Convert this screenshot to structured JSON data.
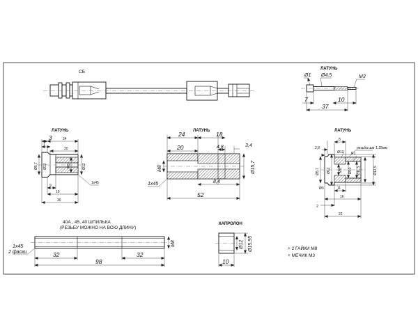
{
  "views": {
    "assembly": {
      "title": "СБ"
    },
    "brass_pin": {
      "title": "ЛАТУНЬ",
      "dims": [
        "Ø1",
        "Ø4,5",
        "M3",
        "7",
        "37",
        "10"
      ]
    },
    "left_part": {
      "title": "ЛАТУНЬ",
      "dims": [
        "3",
        "1",
        "24",
        "20",
        "Ø5,7",
        "Ø12",
        "M8",
        "Ø12",
        "9",
        "19",
        "1x45",
        "30"
      ]
    },
    "middle_part": {
      "title": "ЛАТУНЬ",
      "dims": [
        "24",
        "18",
        "20",
        "4,8",
        "3,4",
        "M8",
        "1x45",
        "8,4",
        "Ø15,7",
        "52"
      ]
    },
    "right_part": {
      "title": "ЛАТУНЬ",
      "dims": [
        "8",
        "2,8",
        "Ø12",
        "R1",
        "Ø5,7",
        "Ø12",
        "Ø3",
        "Ø8",
        "Ø10",
        "Ø11,5",
        "Ø12,5",
        "11",
        "16",
        "2",
        "22"
      ],
      "thread_note": "резьба шаг 1,25мм"
    },
    "rod": {
      "title_line1": "40А , 45, 40 ШПИЛЬКА",
      "title_line2": "(РЕЗЬБУ МОЖНО НА ВСЮ ДЛИНУ)",
      "chamfer_line1": "1x45",
      "chamfer_line2": "2 фаски",
      "thread": "M8",
      "dims": [
        "32",
        "98",
        "32"
      ]
    },
    "bushing": {
      "title": "КАПРОЛОН",
      "dims": [
        "Ø12",
        "Ø15,95",
        "10"
      ]
    }
  },
  "notes": [
    "+ 2 ГАЙКИ М8",
    "+ МЕЧИК   М3"
  ]
}
